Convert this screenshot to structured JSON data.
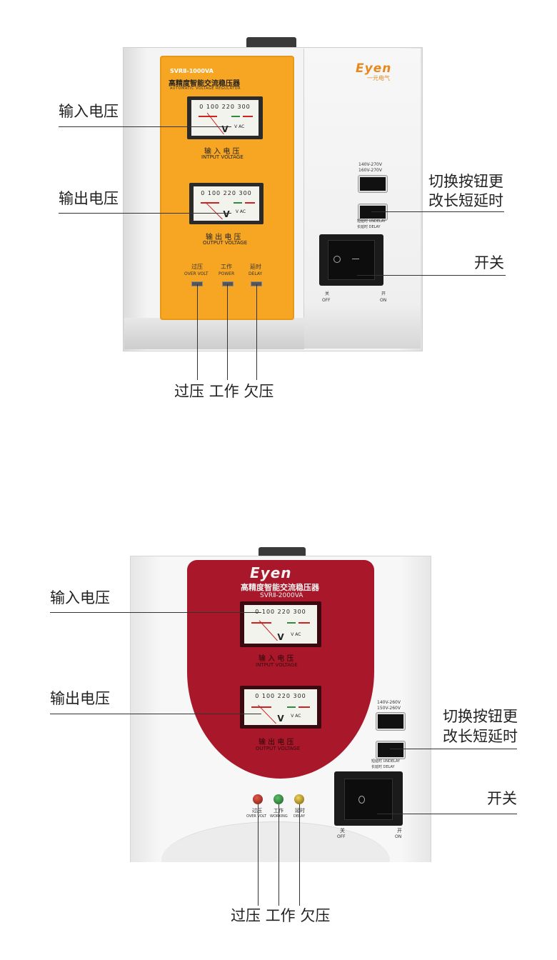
{
  "top": {
    "brand": "Eyen",
    "brand_sub": "一元电气",
    "model": "SVRⅡ-1000VA",
    "title_cn": "高精度智能交流稳压器",
    "title_en": "AUTOMATIC VOLTAGE REGULATOR",
    "meter_scale": "0  100  220 300",
    "meter_unit": "V",
    "meter_unit_small": "V AC",
    "input_label_cn": "输 入 电 压",
    "input_label_en": "INTPUT VOLTAGE",
    "output_label_cn": "输 出 电 压",
    "output_label_en": "OUTPUT VOLTAGE",
    "led_over_cn": "过压",
    "led_over_en": "OVER VOLT",
    "led_power_cn": "工作",
    "led_power_en": "POWER",
    "led_delay_cn": "延时",
    "led_delay_en": "DELAY",
    "range_1": "140V-270V",
    "range_2": "160V-270V",
    "delay_1": "短延时 UNDELAY",
    "delay_2": "长延时 DELAY",
    "off_cn": "关",
    "off_en": "OFF",
    "on_cn": "开",
    "on_en": "ON",
    "callout_input": "输入电压",
    "callout_output": "输出电压",
    "callout_switch_1": "切换按钮更",
    "callout_switch_2": "改长短延时",
    "callout_power": "开关",
    "callout_bottom": "过压  工作  欠压"
  },
  "bottom": {
    "brand": "Eyen",
    "title_cn": "高精度智能交流稳压器",
    "model": "SVRⅡ-2000VA",
    "meter_scale": "0  100  220 300",
    "meter_unit": "V",
    "meter_unit_small": "V AC",
    "input_label_cn": "输 入 电 压",
    "input_label_en": "INTPUT VOLTAGE",
    "output_label_cn": "输 出 电 压",
    "output_label_en": "OUTPUT VOLTAGE",
    "led_over_cn": "过压",
    "led_over_en": "OVER VOLT",
    "led_power_cn": "工作",
    "led_power_en": "WORKING",
    "led_delay_cn": "延时",
    "led_delay_en": "DELAY",
    "range_1": "140V-260V",
    "range_2": "150V-260V",
    "delay_1": "短延时 UNDELAY",
    "delay_2": "长延时 DELAY",
    "off_cn": "关",
    "off_en": "OFF",
    "on_cn": "开",
    "on_en": "ON",
    "callout_input": "输入电压",
    "callout_output": "输出电压",
    "callout_switch_1": "切换按钮更",
    "callout_switch_2": "改长短延时",
    "callout_power": "开关",
    "callout_bottom": "过压 工作 欠压"
  },
  "colors": {
    "orange_panel": "#f6a623",
    "red_panel": "#a8182a",
    "body_white": "#f2f2f2",
    "brand_orange": "#e8891e",
    "led_red": "#c0392b",
    "led_green": "#2e8b3d",
    "led_yellow": "#c9a61d"
  }
}
